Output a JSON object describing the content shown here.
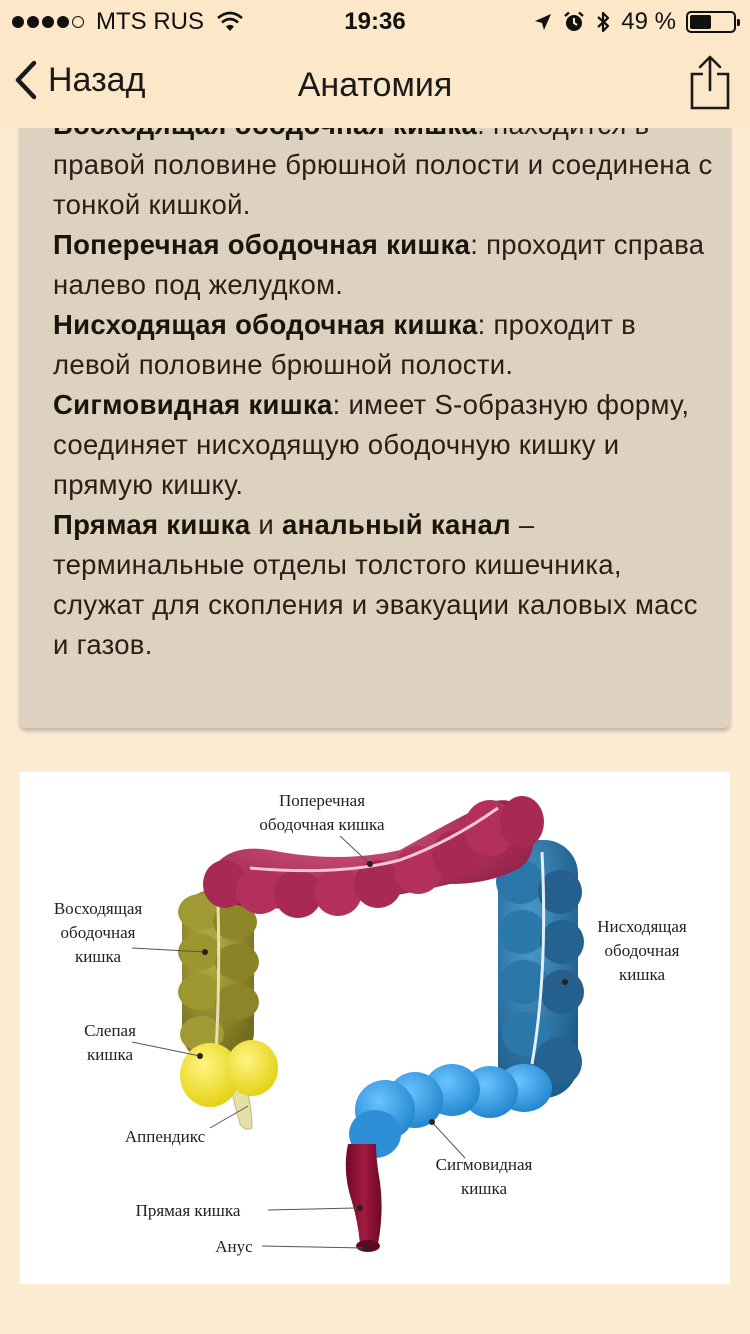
{
  "status_bar": {
    "carrier": "MTS RUS",
    "time": "19:36",
    "battery_percent": "49 %",
    "battery_level": 0.49,
    "signal_bars": 4,
    "icons": [
      "signal-dots-icon",
      "wifi-icon",
      "location-arrow-icon",
      "alarm-icon",
      "bluetooth-icon",
      "battery-icon"
    ]
  },
  "nav": {
    "back_label": "Назад",
    "title": "Анатомия",
    "icons": [
      "chevron-left-icon",
      "share-icon"
    ]
  },
  "article": {
    "partial_heading": "Восходящая ободочная кишка",
    "partial_text": ": находится в правой половине брюшной полости и соединена с тонкой кишкой.",
    "sections": [
      {
        "term": "Поперечная ободочная кишка",
        "text": ": проходит справа налево под желудком."
      },
      {
        "term": "Нисходящая ободочная кишка",
        "text": ": проходит в левой половине брюшной полости."
      },
      {
        "term": "Сигмовидная кишка",
        "text": ": имеет S-образную форму, соединяет нисходящую ободочную кишку и прямую кишку."
      }
    ],
    "last": {
      "term1": "Прямая кишка",
      "conj": " и ",
      "term2": "анальный канал",
      "text": " – терминальные отделы толстого кишечника, служат для скопления и эвакуации каловых масс и газов."
    }
  },
  "illustration": {
    "labels": {
      "transverse_1": "Поперечная",
      "transverse_2": "ободочная кишка",
      "ascending_1": "Восходящая",
      "ascending_2": "ободочная",
      "ascending_3": "кишка",
      "descending_1": "Нисходящая",
      "descending_2": "ободочная",
      "descending_3": "кишка",
      "cecum_1": "Слепая",
      "cecum_2": "кишка",
      "appendix": "Аппендикс",
      "sigmoid_1": "Сигмовидная",
      "sigmoid_2": "кишка",
      "rectum": "Прямая кишка",
      "anus": "Анус"
    },
    "colors": {
      "transverse": "#b5315e",
      "ascending": "#9a9430",
      "cecum": "#f0e030",
      "descending": "#2f7fb0",
      "sigmoid": "#36a3e8",
      "rectum": "#8c1233"
    }
  }
}
